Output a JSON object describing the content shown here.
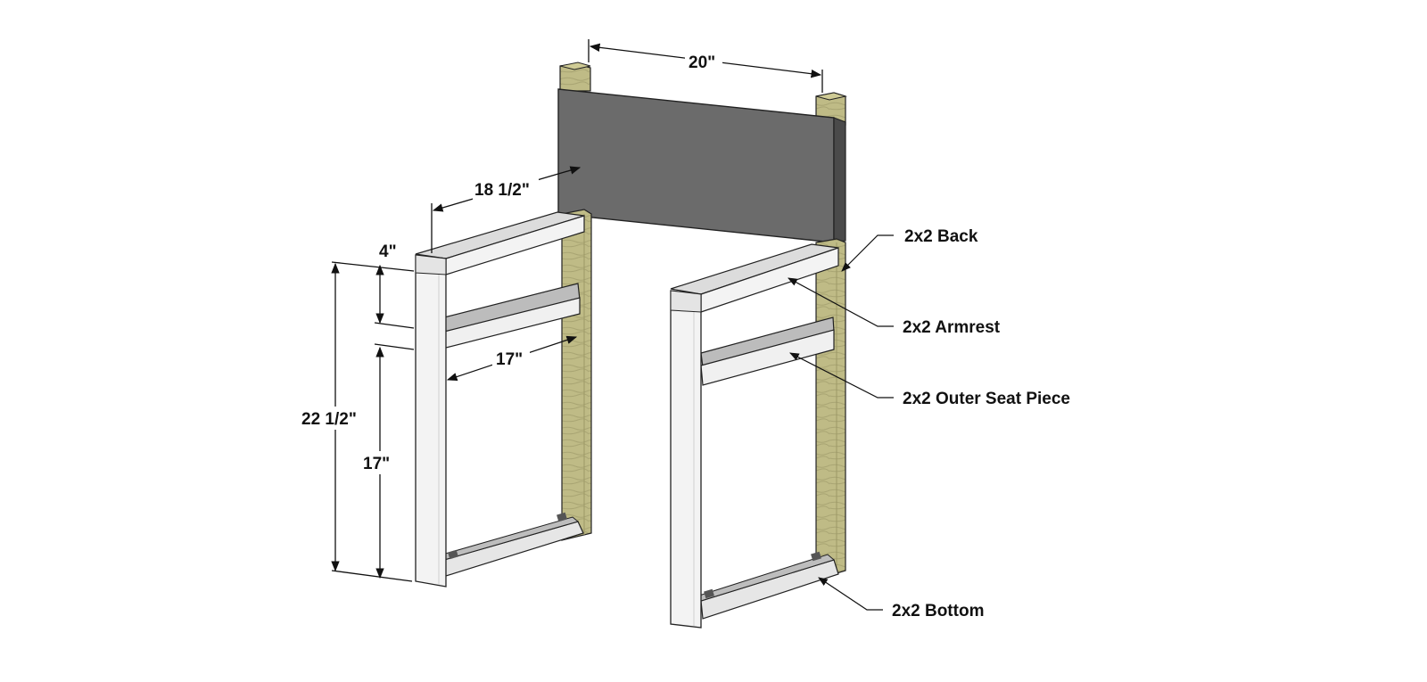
{
  "dimensions": {
    "back_width": "20\"",
    "armrest_length": "18 1/2\"",
    "armrest_gap": "4\"",
    "seat_piece_length": "17\"",
    "total_height": "22 1/2\"",
    "seat_height": "17\""
  },
  "callouts": {
    "back": "2x2 Back",
    "armrest": "2x2 Armrest",
    "outer_seat": "2x2 Outer Seat Piece",
    "bottom": "2x2 Bottom"
  },
  "colors": {
    "white_board": "#f2f2f2",
    "white_board_side": "#d4d4d4",
    "wood": "#bfbb86",
    "wood_dark": "#9c9866",
    "back_panel": "#6b6b6b",
    "back_panel_edge": "#4a4a4a",
    "line": "#222222"
  }
}
